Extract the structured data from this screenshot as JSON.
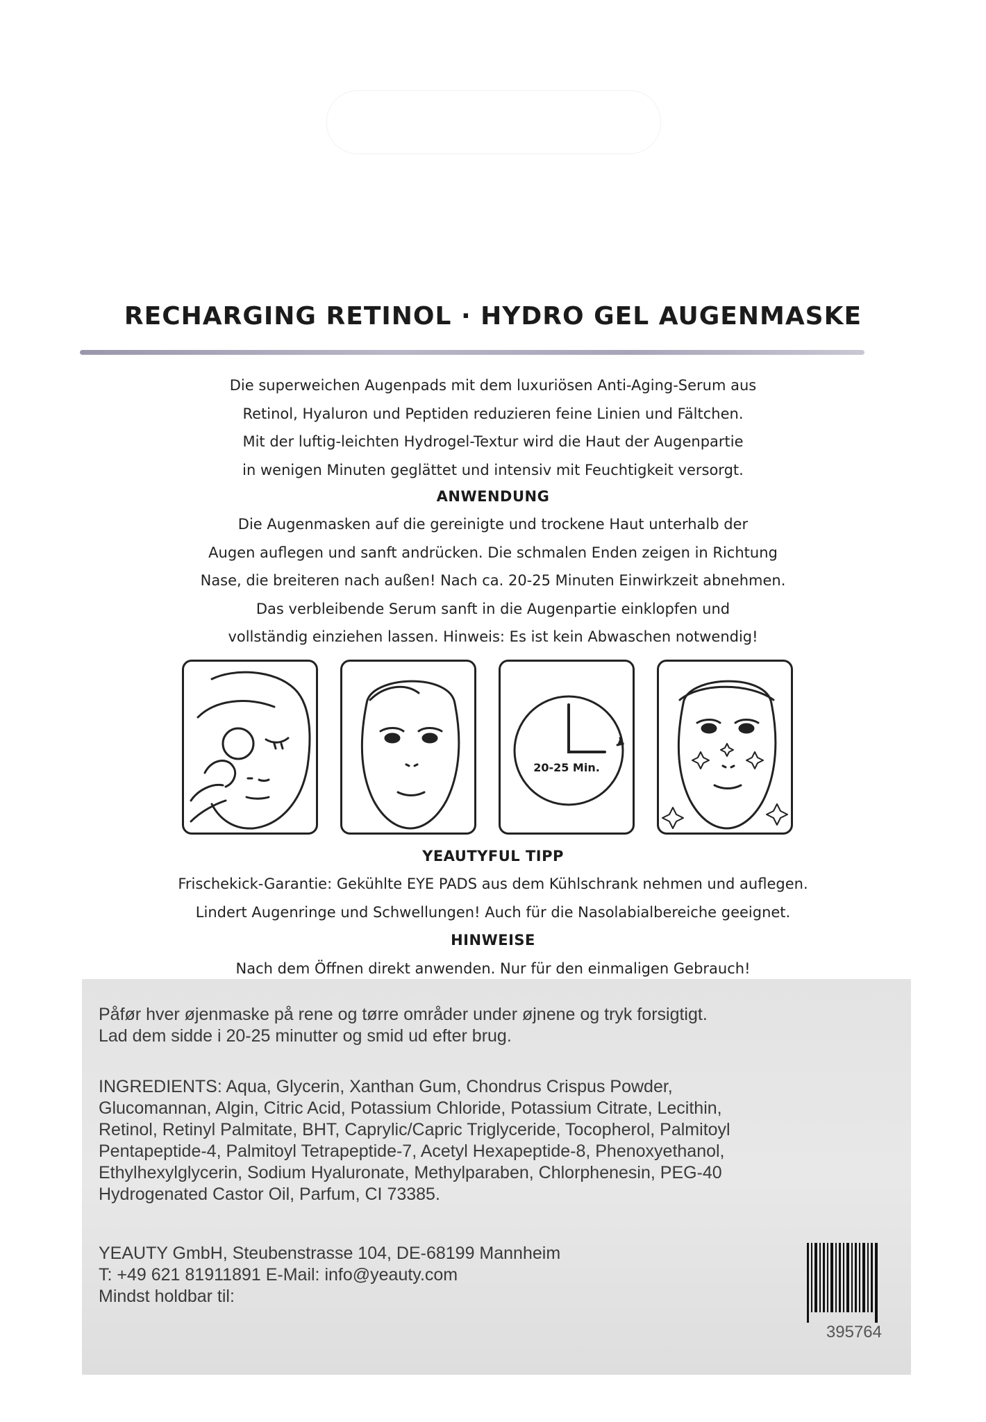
{
  "title": "RECHARGING RETINOL · HYDRO GEL AUGENMASKE",
  "intro": [
    "Die superweichen Augenpads mit dem luxuriösen Anti-Aging-Serum aus",
    "Retinol, Hyaluron und Peptiden reduzieren feine Linien und Fältchen.",
    "Mit der luftig-leichten Hydrogel-Textur wird die Haut der Augenpartie",
    "in wenigen Minuten geglättet und intensiv mit Feuchtigkeit versorgt."
  ],
  "usage": {
    "heading": "ANWENDUNG",
    "lines": [
      "Die Augenmasken auf die gereinigte und trockene Haut unterhalb der",
      "Augen auflegen und sanft andrücken. Die schmalen Enden zeigen in Richtung",
      "Nase, die breiteren nach außen! Nach ca. 20-25 Minuten Einwirkzeit abnehmen.",
      "Das verbleibende Serum sanft in die Augenpartie einklopfen und",
      "vollständig einziehen lassen. Hinweis: Es ist kein Abwaschen notwendig!"
    ]
  },
  "steps": {
    "icons": [
      "face-cleansing-icon",
      "face-mask-applied-icon",
      "clock-icon",
      "radiant-face-icon"
    ],
    "clock_label": "20-25 Min."
  },
  "tip": {
    "heading": "YEAUTYFUL TIPP",
    "lines": [
      "Frischekick-Garantie: Gekühlte EYE PADS aus dem Kühlschrank nehmen und auflegen.",
      "Lindert Augenringe und Schwellungen! Auch für die Nasolabialbereiche geeignet."
    ]
  },
  "notes": {
    "heading": "HINWEISE",
    "lines": [
      "Nach dem Öffnen direkt anwenden. Nur für den einmaligen Gebrauch!"
    ]
  },
  "label": {
    "danish": [
      "Påfør hver øjenmaske på rene og tørre områder under øjnene og tryk forsigtigt.",
      "Lad dem sidde i 20-25 minutter og smid ud efter brug."
    ],
    "ingredients": [
      "INGREDIENTS: Aqua, Glycerin, Xanthan Gum, Chondrus Crispus Powder,",
      "Glucomannan, Algin, Citric Acid, Potassium Chloride, Potassium Citrate, Lecithin,",
      "Retinol, Retinyl Palmitate, BHT, Caprylic/Capric Triglyceride, Tocopherol, Palmitoyl",
      "Pentapeptide-4, Palmitoyl Tetrapeptide-7, Acetyl Hexapeptide-8, Phenoxyethanol,",
      "Ethylhexylglycerin, Sodium Hyaluronate, Methylparaben, Chlorphenesin, PEG-40",
      "Hydrogenated Castor Oil, Parfum, CI 73385."
    ],
    "company": [
      "YEAUTY GmbH, Steubenstrasse 104, DE-68199 Mannheim",
      "T: +49 621 81911891 E-Mail: info@yeauty.com",
      "Mindst holdbar til:"
    ],
    "barcode_number": "395764"
  },
  "colors": {
    "title_rule": "#a8a4b8",
    "label_background": "#e5e5e5",
    "text": "#1a1a1a"
  }
}
